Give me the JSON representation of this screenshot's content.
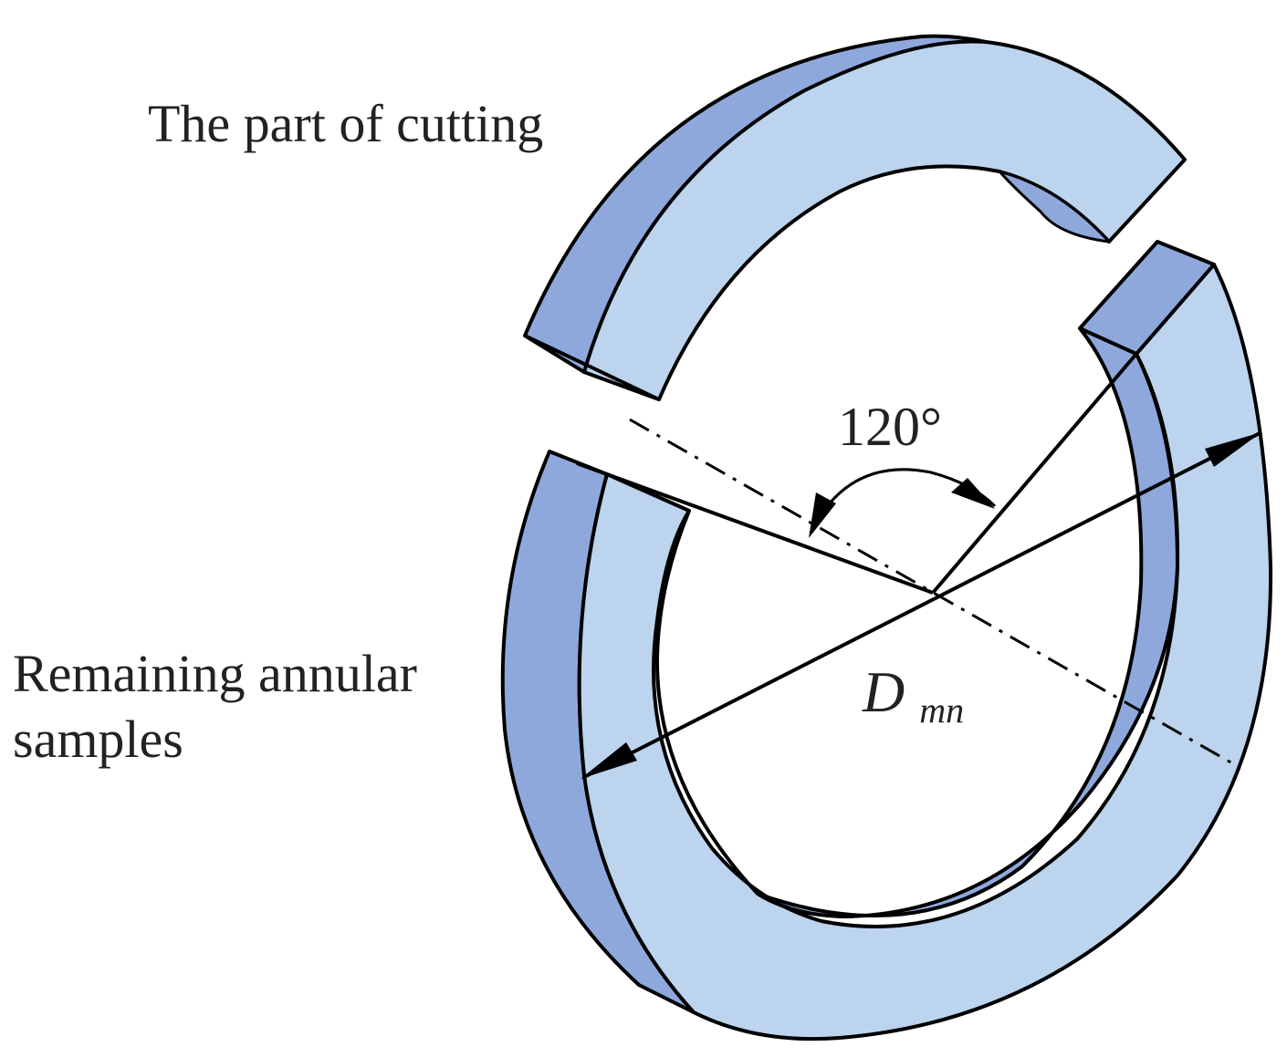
{
  "labels": {
    "cut_part": "The part of cutting",
    "remaining_line1": "Remaining annular",
    "remaining_line2": "samples",
    "angle": "120°",
    "diameter_main": "D",
    "diameter_sub": "mn"
  },
  "colors": {
    "face": "#bcd4ee",
    "side": "#8fa8dc",
    "outline": "#000000",
    "text": "#222222"
  }
}
